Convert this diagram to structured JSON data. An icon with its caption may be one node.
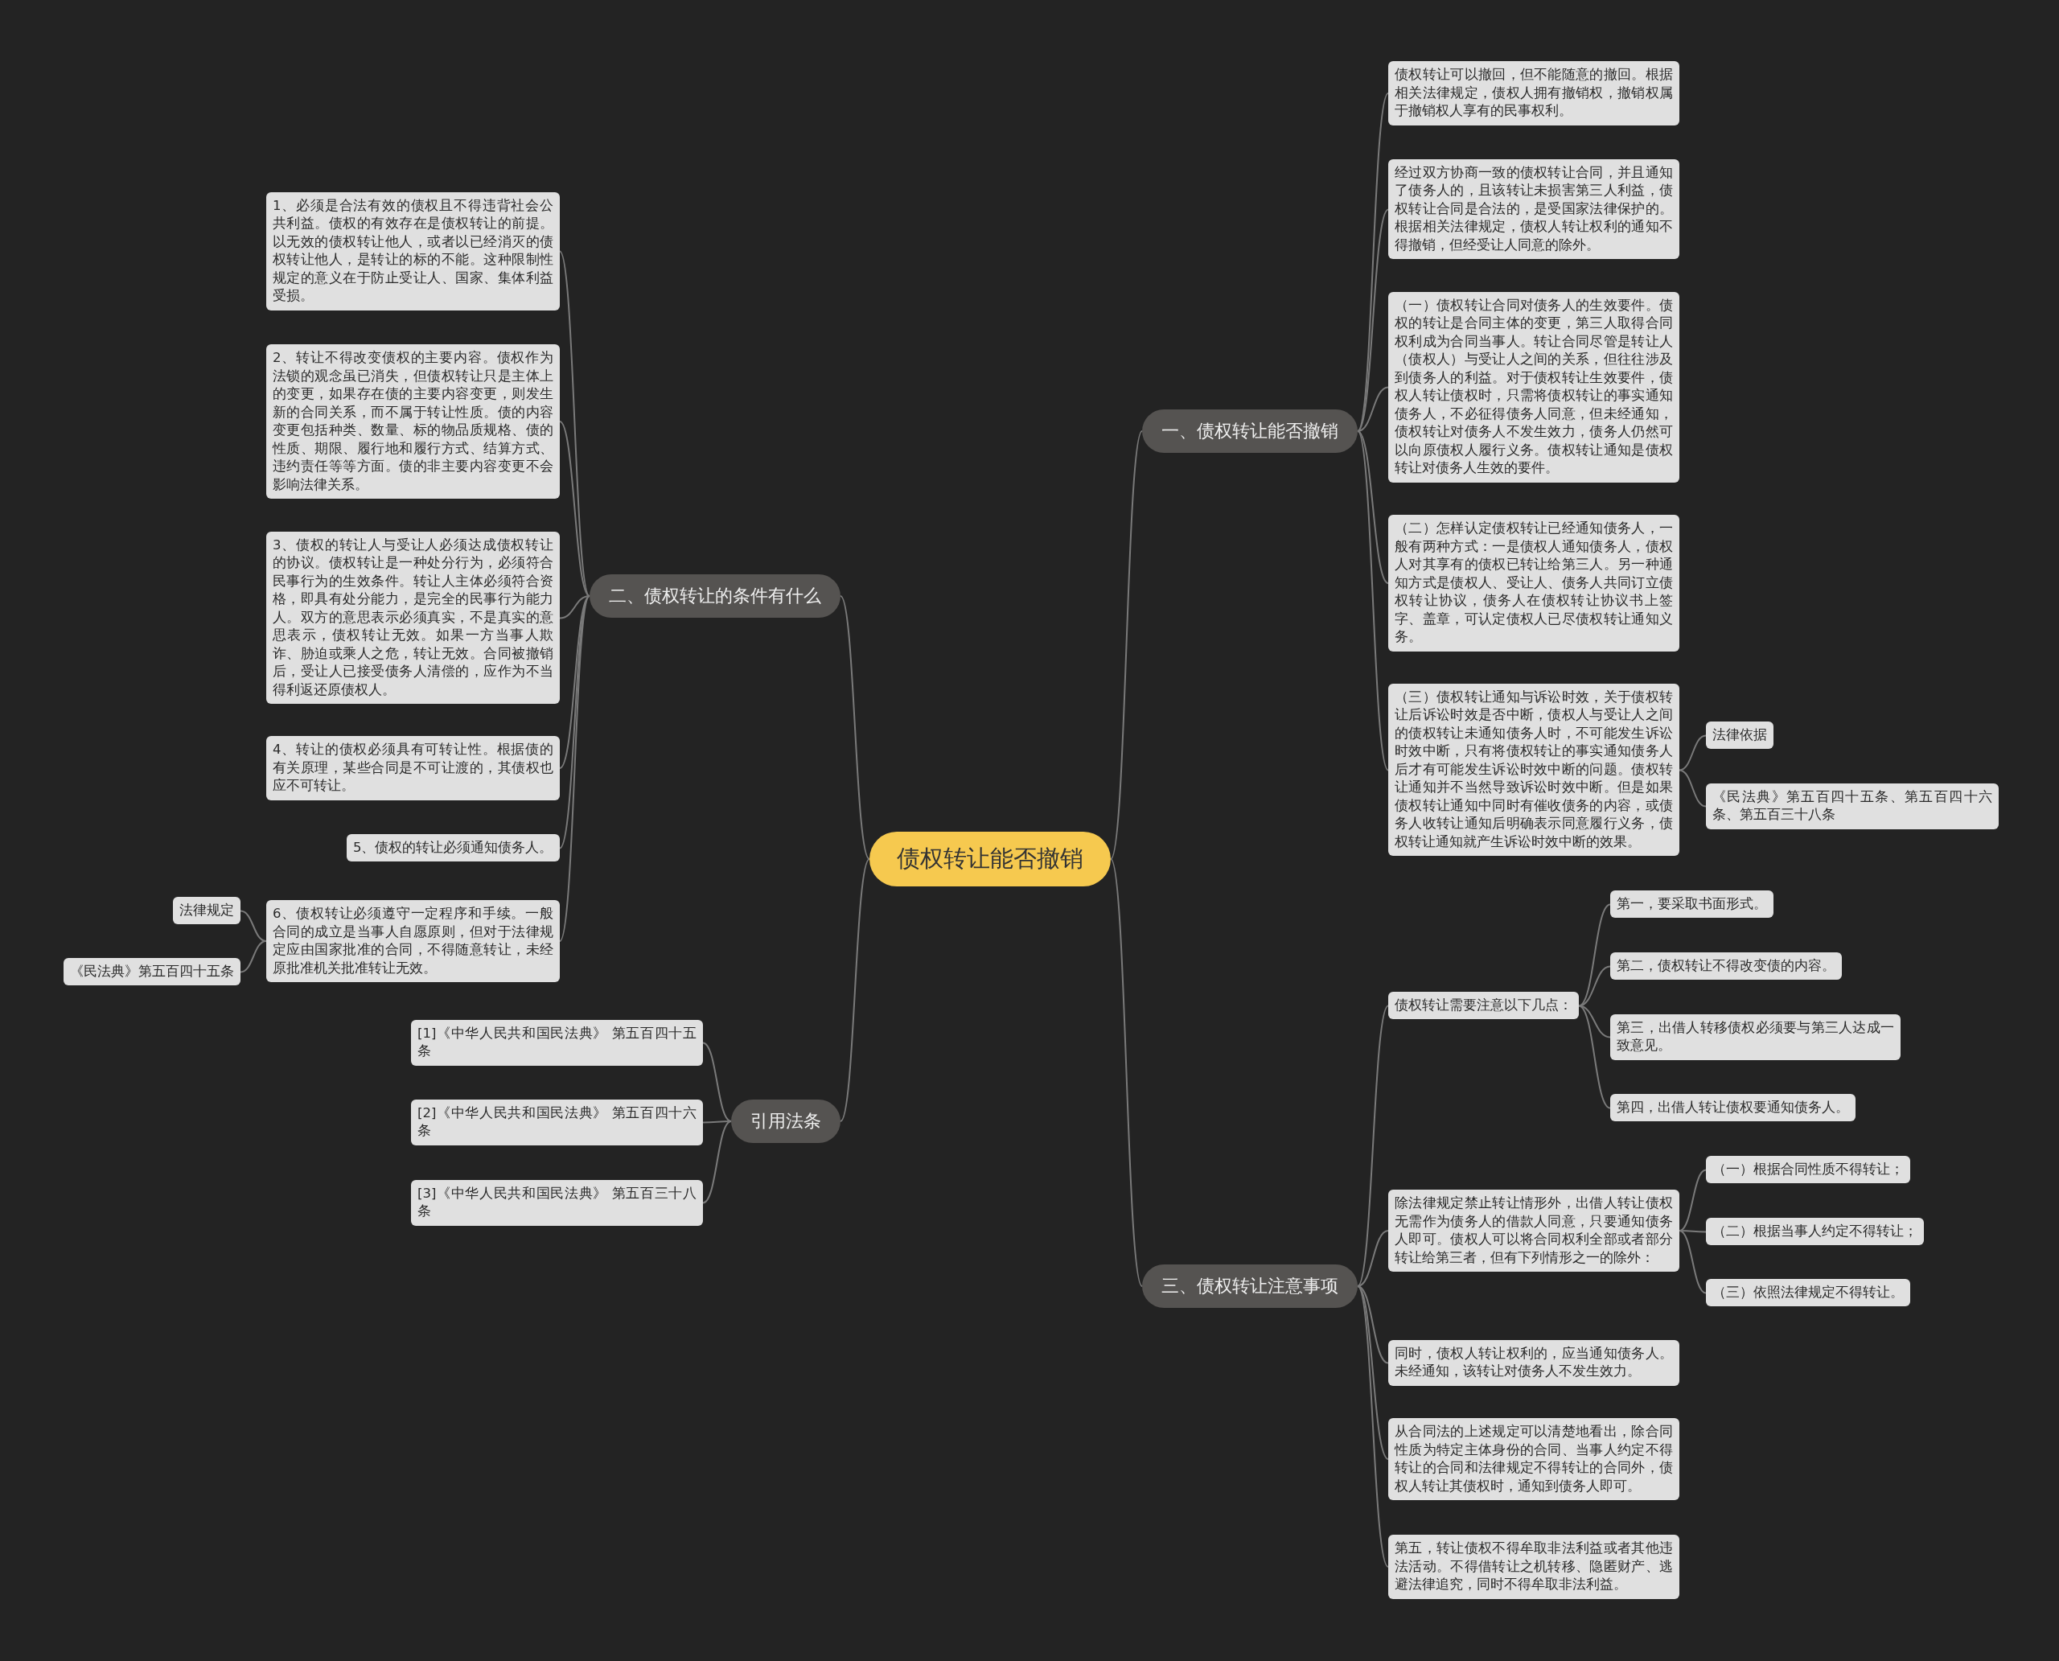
{
  "diagram": {
    "nodes": [
      {
        "text": [
          "债权转让能否撤销"
        ]
      },
      {
        "text": [
          "一、债权转让能否撤销"
        ]
      },
      {
        "text": [
          "债权转让可以撤回，但不能随意的撤回。根据相关法律规定，债权人拥有撤销权，撤销权属于撤销权人享有的民事权利。"
        ]
      },
      {
        "text": [
          "经过双方协商一致的债权转让合同，并且通知了债务人的，且该转让未损害第三人利益，债权转让合同是合法的，是受国家法律保护的。根据相关法律规定，债权人转让权利的通知不得撤销，但经受让人同意的除外。"
        ]
      },
      {
        "text": [
          "（一）债权转让合同对债务人的生效要件。债权的转让是合同主体的变更，第三人取得合同权利成为合同当事人。转让合同尽管是转让人（债权人）与受让人之间的关系，但往往涉及到债务人的利益。对于债权转让生效要件，债权人转让债权时，只需将债权转让的事实通知债务人，不必征得债务人同意，但未经通知，债权转让对债务人不发生效力，债务人仍然可以向原债权人履行义务。债权转让通知是债权转让对债务人生效的要件。"
        ]
      },
      {
        "text": [
          "（二）怎样认定债权转让已经通知债务人，一般有两种方式：一是债权人通知债务人，债权人对其享有的债权已转让给第三人。另一种通知方式是债权人、受让人、债务人共同订立债权转让协议，债务人在债权转让协议书上签字、盖章，可认定债权人已尽债权转让通知义务。"
        ]
      },
      {
        "text": [
          "（三）债权转让通知与诉讼时效，关于债权转让后诉讼时效是否中断，债权人与受让人之间的债权转让未通知债务人时，不可能发生诉讼时效中断，只有将债权转让的事实通知债务人后才有可能发生诉讼时效中断的问题。债权转让通知并不当然导致诉讼时效中断。但是如果债权转让通知中同时有催收债务的内容，或债务人收转让通知后明确表示同意履行义务，债权转让通知就产生诉讼时效中断的效果。"
        ]
      },
      {
        "text": [
          "法律依据"
        ]
      },
      {
        "text": [
          "《民法典》第五百四十五条、第五百四十六条、第五百三十八条"
        ]
      },
      {
        "text": [
          "二、债权转让的条件有什么"
        ]
      },
      {
        "text": [
          "1、必须是合法有效的债权且不得违背社会公共利益。债权的有效存在是债权转让的前提。以无效的债权转让他人，或者以已经消灭的债权转让他人，是转让的标的不能。这种限制性规定的意义在于防止受让人、国家、集体利益受损。"
        ]
      },
      {
        "text": [
          "2、转让不得改变债权的主要内容。债权作为法锁的观念虽已消失，但债权转让只是主体上的变更，如果存在债的主要内容变更，则发生新的合同关系，而不属于转让性质。债的内容变更包括种类、数量、标的物品质规格、债的性质、期限、履行地和履行方式、结算方式、违约责任等等方面。债的非主要内容变更不会影响法律关系。"
        ]
      },
      {
        "text": [
          "3、债权的转让人与受让人必须达成债权转让的协议。债权转让是一种处分行为，必须符合民事行为的生效条件。转让人主体必须符合资格，即具有处分能力，是完全的民事行为能力人。双方的意思表示必须真实，不是真实的意思表示，债权转让无效。如果一方当事人欺诈、胁迫或乘人之危，转让无效。合同被撤销后，受让人已接受债务人清偿的，应作为不当得利返还原债权人。"
        ]
      },
      {
        "text": [
          "4、转让的债权必须具有可转让性。根据债的有关原理，某些合同是不可让渡的，其债权也应不可转让。"
        ]
      },
      {
        "text": [
          "5、债权的转让必须通知债务人。"
        ]
      },
      {
        "text": [
          "6、债权转让必须遵守一定程序和手续。一般合同的成立是当事人自愿原则，但对于法律规定应由国家批准的合同，不得随意转让，未经原批准机关批准转让无效。"
        ]
      },
      {
        "text": [
          "法律规定"
        ]
      },
      {
        "text": [
          "《民法典》第五百四十五条"
        ]
      },
      {
        "text": [
          "引用法条"
        ]
      },
      {
        "text": [
          "[1]《中华人民共和国民法典》 第五百四十五条"
        ]
      },
      {
        "text": [
          "[2]《中华人民共和国民法典》 第五百四十六条"
        ]
      },
      {
        "text": [
          "[3]《中华人民共和国民法典》 第五百三十八条"
        ]
      },
      {
        "text": [
          "三、债权转让注意事项"
        ]
      },
      {
        "text": [
          "债权转让需要注意以下几点："
        ]
      },
      {
        "text": [
          "第一，要采取书面形式。"
        ]
      },
      {
        "text": [
          "第二，债权转让不得改变债的内容。"
        ]
      },
      {
        "text": [
          "第三，出借人转移债权必须要与第三人达成一致意见。"
        ]
      },
      {
        "text": [
          "第四，出借人转让债权要通知债务人。"
        ]
      },
      {
        "text": [
          "除法律规定禁止转让情形外，出借人转让债权无需作为债务人的借款人同意，只要通知债务人即可。债权人可以将合同权利全部或者部分转让给第三者，但有下列情形之一的除外："
        ]
      },
      {
        "text": [
          "（一）根据合同性质不得转让；"
        ]
      },
      {
        "text": [
          "（二）根据当事人约定不得转让；"
        ]
      },
      {
        "text": [
          "（三）依照法律规定不得转让。"
        ]
      },
      {
        "text": [
          "同时，债权人转让权利的，应当通知债务人。未经通知，该转让对债务人不发生效力。"
        ]
      },
      {
        "text": [
          "从合同法的上述规定可以清楚地看出，除合同性质为特定主体身份的合同、当事人约定不得转让的合同和法律规定不得转让的合同外，债权人转让其债权时，通知到债务人即可。"
        ]
      },
      {
        "text": [
          "第五，转让债权不得牟取非法利益或者其他违法活动。不得借转让之机转移、隐匿财产、逃避法律追究，同时不得牟取非法利益。"
        ]
      }
    ],
    "edges": [
      {
        "from": 0,
        "to": 1,
        "arrow": "none"
      },
      {
        "from": 0,
        "to": 9,
        "arrow": "none"
      },
      {
        "from": 0,
        "to": 18,
        "arrow": "none"
      },
      {
        "from": 0,
        "to": 22,
        "arrow": "none"
      },
      {
        "from": 1,
        "to": 2,
        "arrow": "none"
      },
      {
        "from": 1,
        "to": 3,
        "arrow": "none"
      },
      {
        "from": 1,
        "to": 4,
        "arrow": "none"
      },
      {
        "from": 1,
        "to": 5,
        "arrow": "none"
      },
      {
        "from": 1,
        "to": 6,
        "arrow": "none"
      },
      {
        "from": 6,
        "to": 7,
        "arrow": "none"
      },
      {
        "from": 6,
        "to": 8,
        "arrow": "none"
      },
      {
        "from": 9,
        "to": 10,
        "arrow": "none"
      },
      {
        "from": 9,
        "to": 11,
        "arrow": "none"
      },
      {
        "from": 9,
        "to": 12,
        "arrow": "none"
      },
      {
        "from": 9,
        "to": 13,
        "arrow": "none"
      },
      {
        "from": 9,
        "to": 14,
        "arrow": "none"
      },
      {
        "from": 9,
        "to": 15,
        "arrow": "none"
      },
      {
        "from": 15,
        "to": 16,
        "arrow": "none"
      },
      {
        "from": 15,
        "to": 17,
        "arrow": "none"
      },
      {
        "from": 18,
        "to": 19,
        "arrow": "none"
      },
      {
        "from": 18,
        "to": 20,
        "arrow": "none"
      },
      {
        "from": 18,
        "to": 21,
        "arrow": "none"
      },
      {
        "from": 22,
        "to": 23,
        "arrow": "none"
      },
      {
        "from": 22,
        "to": 28,
        "arrow": "none"
      },
      {
        "from": 22,
        "to": 32,
        "arrow": "none"
      },
      {
        "from": 22,
        "to": 33,
        "arrow": "none"
      },
      {
        "from": 22,
        "to": 34,
        "arrow": "none"
      },
      {
        "from": 23,
        "to": 24,
        "arrow": "none"
      },
      {
        "from": 23,
        "to": 25,
        "arrow": "none"
      },
      {
        "from": 23,
        "to": 26,
        "arrow": "none"
      },
      {
        "from": 23,
        "to": 27,
        "arrow": "none"
      },
      {
        "from": 28,
        "to": 29,
        "arrow": "none"
      },
      {
        "from": 28,
        "to": 30,
        "arrow": "none"
      },
      {
        "from": 28,
        "to": 31,
        "arrow": "none"
      }
    ]
  }
}
